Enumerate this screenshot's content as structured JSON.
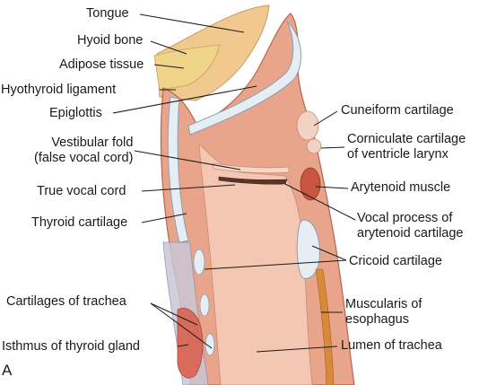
{
  "labels": {
    "tongue": "Tongue",
    "hyoid_bone": "Hyoid bone",
    "adipose_tissue": "Adipose tissue",
    "hyothyroid_ligament": "Hyothyroid ligament",
    "epiglottis": "Epiglottis",
    "vestibular_fold": [
      "Vestibular fold",
      "(false vocal cord)"
    ],
    "true_vocal_cord": "True vocal cord",
    "thyroid_cartilage": "Thyroid cartilage",
    "cartilages_of_trachea": "Cartilages of trachea",
    "isthmus_of_thyroid_gland": "Isthmus of thyroid gland",
    "cuneiform_cartilage": "Cuneiform cartilage",
    "corniculate_cartilage": [
      "Corniculate cartilage",
      "of ventricle larynx"
    ],
    "arytenoid_muscle": "Arytenoid muscle",
    "vocal_process": [
      "Vocal process of",
      "arytenoid cartilage"
    ],
    "cricoid_cartilage": "Cricoid cartilage",
    "muscularis_of_esophagus": [
      "Muscularis of",
      "esophagus"
    ],
    "lumen_of_trachea": "Lumen of trachea"
  },
  "panel_letter": "A",
  "colors": {
    "tissue": "#e9a58b",
    "tissue_dark": "#c9725a",
    "lumen": "#f4c7b3",
    "cartilage": "#e7eef3",
    "fat": "#efd48a",
    "muscle": "#c8563e",
    "leader": "#1a1a1a"
  }
}
